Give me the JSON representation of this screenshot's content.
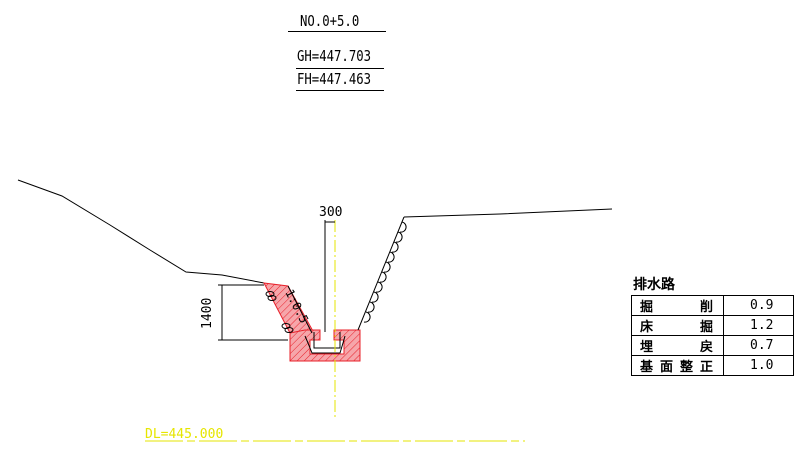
{
  "header": {
    "station": "NO.0+5.0",
    "gh": "GH=447.703",
    "fh": "FH=447.463"
  },
  "labels": {
    "width_dim": "300",
    "height_dim": "1400",
    "slope": "1:0.5",
    "datum": "DL=445.000"
  },
  "table": {
    "title": "排水路",
    "rows": [
      {
        "name": [
          "掘",
          "削"
        ],
        "value": "0.9"
      },
      {
        "name": [
          "床",
          "掘"
        ],
        "value": "1.2"
      },
      {
        "name": [
          "埋",
          "戻"
        ],
        "value": "0.7"
      },
      {
        "name": [
          "基",
          "面",
          "整",
          "正"
        ],
        "value": "1.0"
      }
    ]
  },
  "colors": {
    "line": "#000000",
    "hatch": "#e8202a",
    "fill": "#f4a0a4",
    "centerline": "#e6e600",
    "datum": "#e6e600"
  }
}
